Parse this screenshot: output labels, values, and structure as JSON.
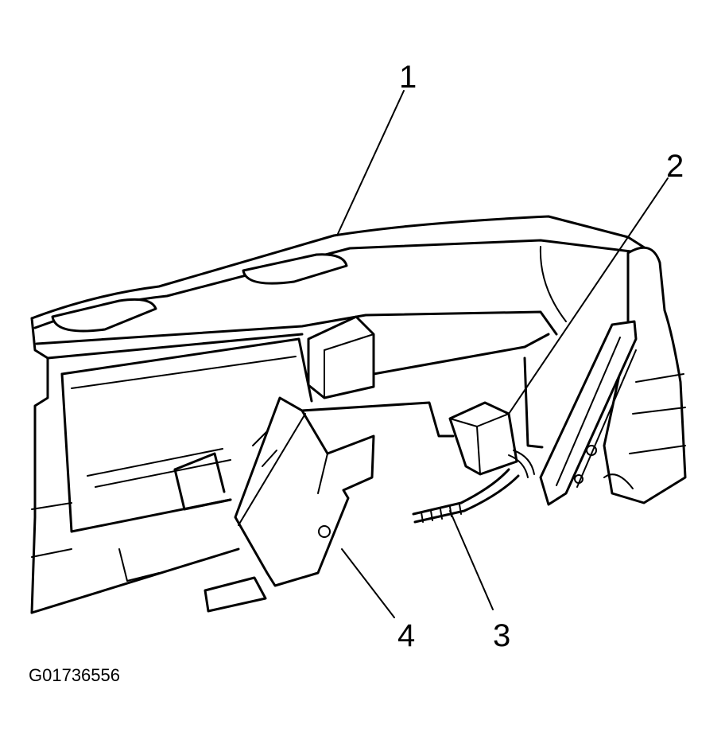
{
  "callouts": [
    {
      "id": "1",
      "label": "1"
    },
    {
      "id": "2",
      "label": "2"
    },
    {
      "id": "3",
      "label": "3"
    },
    {
      "id": "4",
      "label": "4"
    }
  ],
  "figure_id": "G01736556"
}
